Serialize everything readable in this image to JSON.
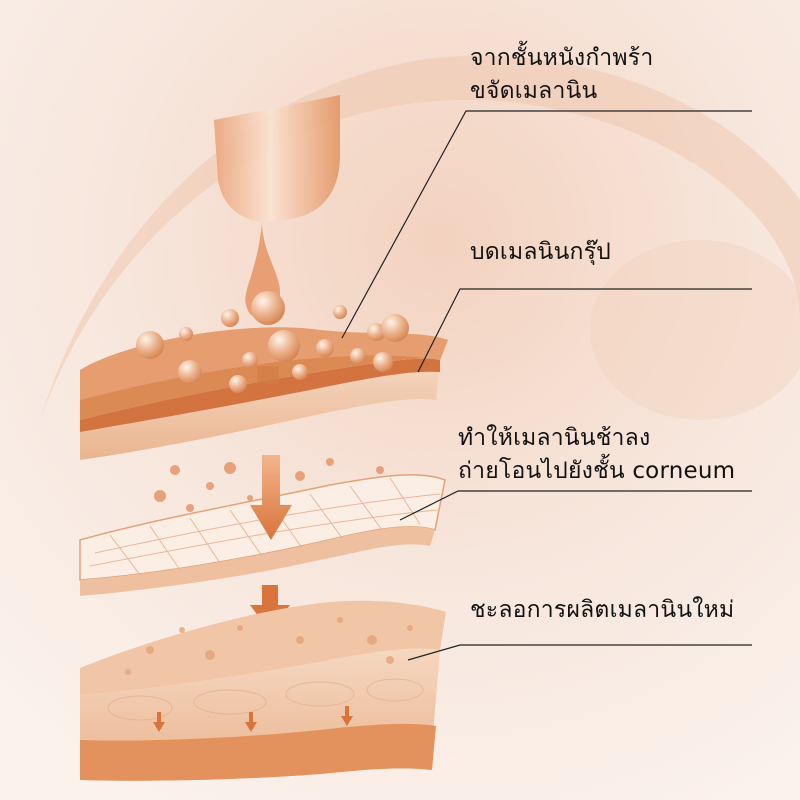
{
  "annotations": [
    {
      "lines": [
        "จากชั้นหนังกำพร้า",
        "ขจัดเมลานิน"
      ]
    },
    {
      "lines": [
        "บดเมลนินกรุ๊ป"
      ]
    },
    {
      "lines": [
        "ทำให้เมลานินช้าลง",
        "ถ่ายโอนไปยังชั้น corneum"
      ]
    },
    {
      "lines": [
        "ชะลอการผลิตเมลานินใหม่"
      ]
    }
  ],
  "colors": {
    "background": "#f6ebe4",
    "accent_orange": "#e0874f",
    "layer_dark": "#d77a44",
    "layer_light": "#f3c9a8",
    "text": "#111111"
  }
}
